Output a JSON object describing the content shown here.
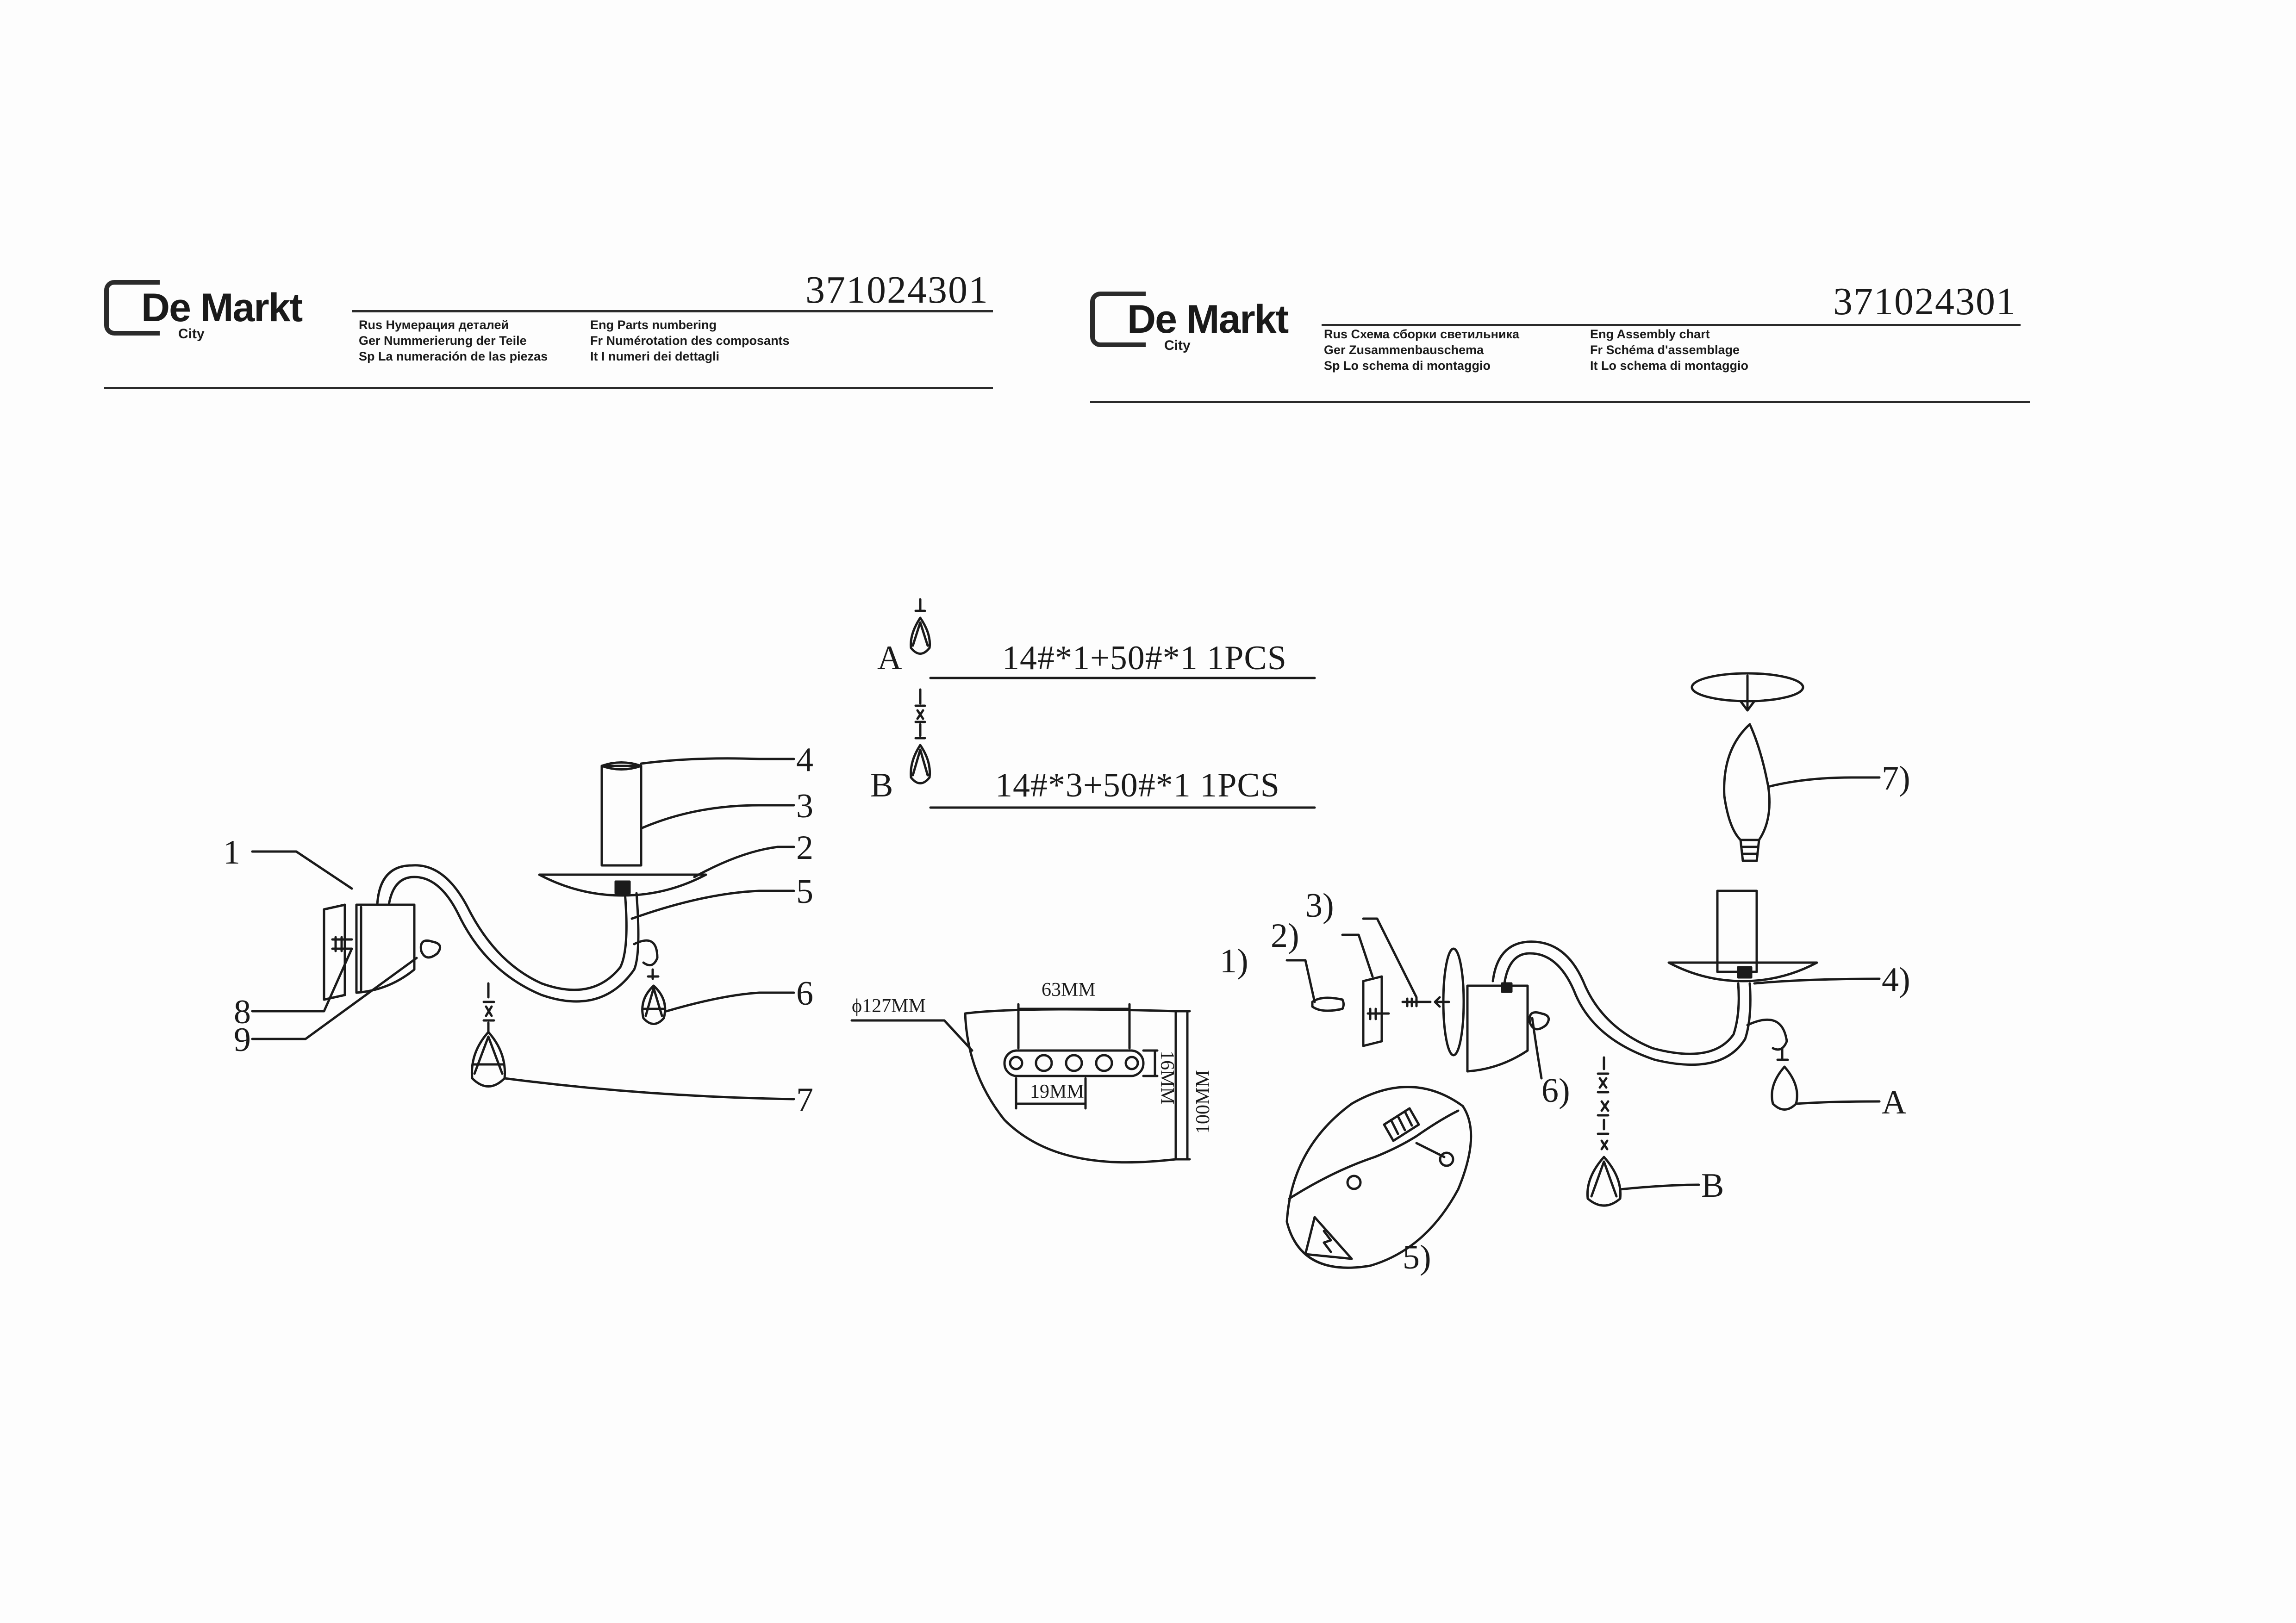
{
  "left_sheet": {
    "logo": {
      "brand": "De Markt",
      "sub": "City"
    },
    "code": "371024301",
    "header_lines": [
      "Rus Нумерация деталей",
      "Ger Nummerierung der Teile",
      "Sp La numeración de las piezas",
      "Eng Parts numbering",
      "Fr Numérotation des composants",
      "It I numeri dei dettagli"
    ],
    "part_labels": [
      "1",
      "2",
      "3",
      "4",
      "5",
      "6",
      "7",
      "8",
      "9"
    ]
  },
  "right_sheet": {
    "logo": {
      "brand": "De Markt",
      "sub": "City"
    },
    "code": "371024301",
    "header_lines": [
      "Rus Схема сборки светильника",
      "Ger Zusammenbauschema",
      "Sp Lo schema di montaggio",
      "Eng Assembly chart",
      "Fr Schéma d'assemblage",
      "It Lo schema di montaggio"
    ],
    "step_labels": [
      "1)",
      "2)",
      "3)",
      "4)",
      "5)",
      "6)",
      "7)",
      "A",
      "B"
    ]
  },
  "crystal_specs": [
    {
      "letter": "A",
      "spec": "14#*1+50#*1 1PCS"
    },
    {
      "letter": "B",
      "spec": "14#*3+50#*1 1PCS"
    }
  ],
  "backplate_dims": {
    "diameter": "ϕ127MM",
    "slot_width": "63MM",
    "slot_height": "16MM",
    "hole_spacing": "19MM",
    "height": "100MM"
  },
  "colors": {
    "ink": "#1a1a1a",
    "paper": "#fdfdfd"
  }
}
